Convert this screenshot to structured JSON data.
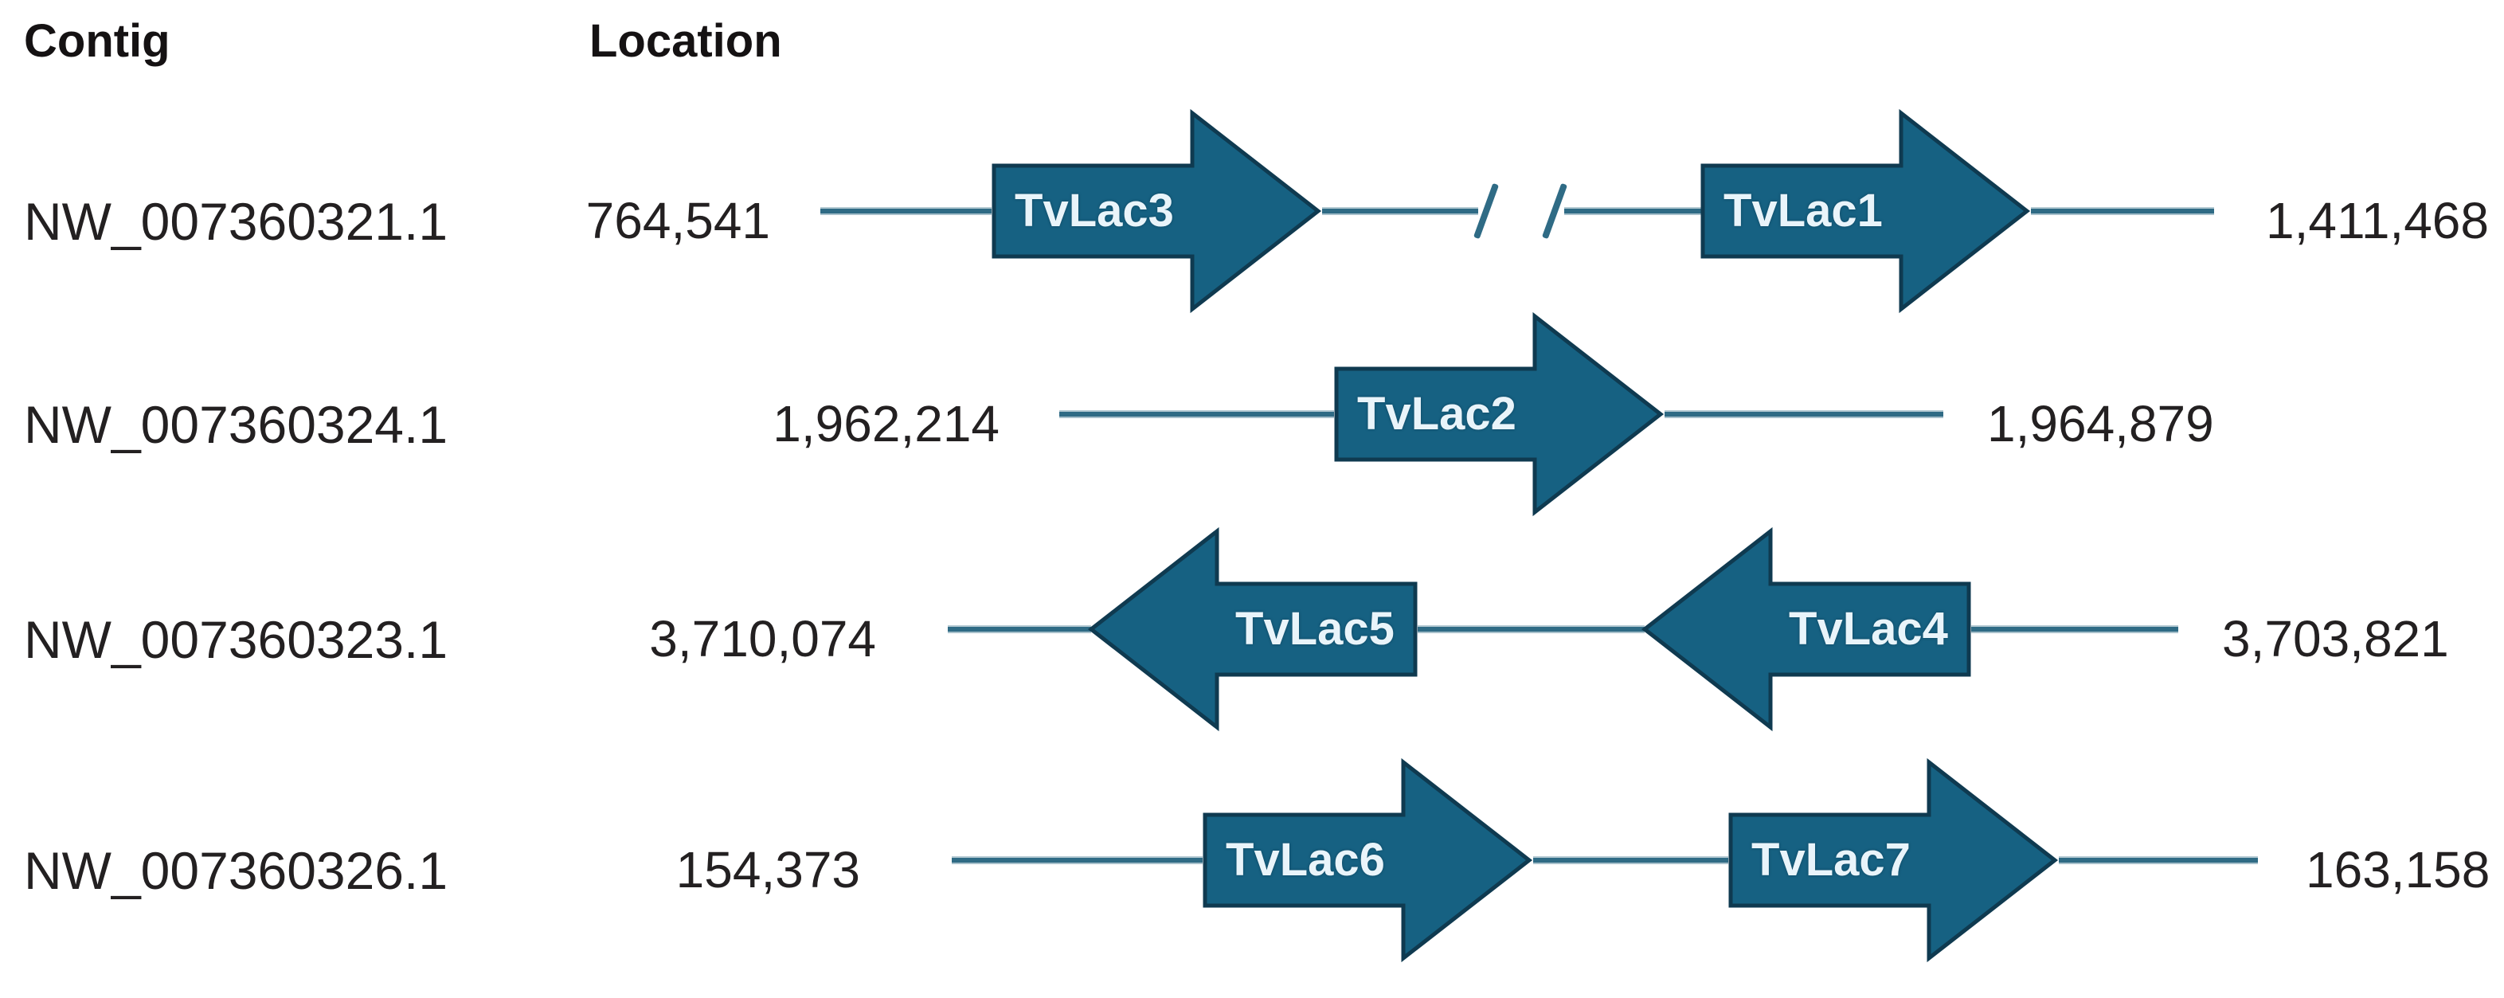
{
  "figure": {
    "description": "Genomic locations of laccase genes TvLac1-TvLac7 on four contigs, drawn as gene arrows on contig lines",
    "headers": {
      "contig": "Contig",
      "location": "Location"
    }
  },
  "colors": {
    "arrow_fill": "#166182",
    "arrow_outline": "#0f3a50",
    "line_dark": "#2f6b85",
    "line_light": "#b3c9d2",
    "gene_label_text": "#e9f4fa",
    "body_text": "#232021"
  },
  "rows": [
    {
      "contig": "NW_007360321.1",
      "start_location": "764,541",
      "end_location": "1,411,468",
      "break_between_genes": true,
      "genes": [
        {
          "label": "TvLac3",
          "direction": "right"
        },
        {
          "label": "TvLac1",
          "direction": "right"
        }
      ]
    },
    {
      "contig": "NW_007360324.1",
      "start_location": "1,962,214",
      "end_location": "1,964,879",
      "break_between_genes": false,
      "genes": [
        {
          "label": "TvLac2",
          "direction": "right"
        }
      ]
    },
    {
      "contig": "NW_007360323.1",
      "start_location": "3,710,074",
      "end_location": "3,703,821",
      "break_between_genes": false,
      "genes": [
        {
          "label": "TvLac5",
          "direction": "left"
        },
        {
          "label": "TvLac4",
          "direction": "left"
        }
      ]
    },
    {
      "contig": "NW_007360326.1",
      "start_location": "154,373",
      "end_location": "163,158",
      "break_between_genes": false,
      "genes": [
        {
          "label": "TvLac6",
          "direction": "right"
        },
        {
          "label": "TvLac7",
          "direction": "right"
        }
      ]
    }
  ]
}
